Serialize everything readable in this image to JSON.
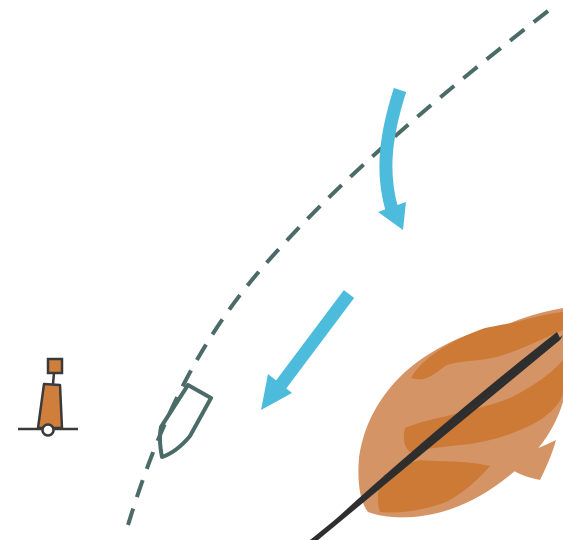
{
  "scene": {
    "elements": [
      {
        "name": "course-line",
        "kind": "dashed-path"
      },
      {
        "name": "current-arrow-curved",
        "kind": "arrow"
      },
      {
        "name": "current-arrow-straight",
        "kind": "arrow"
      },
      {
        "name": "boat-outline",
        "kind": "vessel"
      },
      {
        "name": "buoy",
        "kind": "navigation-marker"
      },
      {
        "name": "feather",
        "kind": "illustration"
      }
    ]
  },
  "colors": {
    "background": "#ffffff",
    "course_line": "#4a6b67",
    "arrow": "#4dbcdc",
    "boat_stroke": "#4a6b67",
    "buoy_body": "#cf7e3b",
    "buoy_outline": "#3a3a3a",
    "feather_light": "#d49466",
    "feather_dark": "#cc7a36",
    "feather_shaft": "#2e2e2e"
  }
}
